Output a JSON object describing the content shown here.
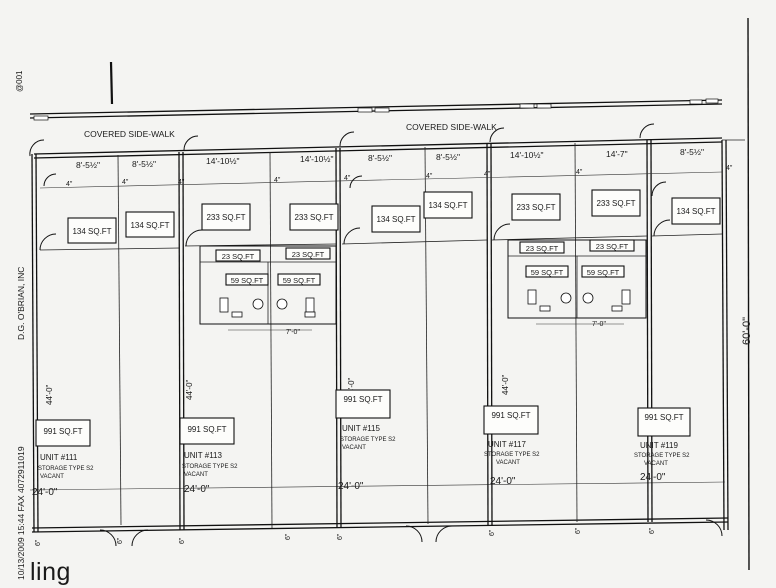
{
  "plan": {
    "fax_id": "@001",
    "company": "D.G. O'BRIAN, INC",
    "fax_line": "10/13/2009 15:44 FAX 4072911019",
    "dimension_depth": "60'-0\"",
    "walk_left": "COVERED SIDE-WALK",
    "walk_right": "COVERED SIDE-WALK",
    "bottom_word": "ling",
    "top_dims": [
      "8'-5½\"",
      "8'-5½\"",
      "14'-10½\"",
      "14'-10½\"",
      "8'-5½\"",
      "8'-5½\"",
      "14'-10½\"",
      "14'-7\"",
      "8'-5½\""
    ],
    "small_dims": [
      "4\"",
      "4\"",
      "4\"",
      "4\"",
      "4\"",
      "4\"",
      "4\"",
      "4\"",
      "4\""
    ],
    "offices": [
      "134 SQ.FT",
      "134 SQ.FT",
      "233 SQ.FT",
      "233 SQ.FT",
      "134 SQ.FT",
      "134 SQ.FT",
      "233 SQ.FT",
      "233 SQ.FT",
      "134 SQ.FT"
    ],
    "restroom_areas": [
      "23 SQ.FT",
      "23 SQ.FT",
      "23 SQ.FT",
      "23 SQ.FT"
    ],
    "toilet_areas": [
      "59 SQ.FT",
      "59 SQ.FT",
      "59 SQ.FT",
      "59 SQ.FT"
    ],
    "seven_dims": [
      "7'-0\"",
      "7'-0\""
    ],
    "depth_44": [
      "44'-0\"",
      "44'-0\"",
      "44'-0\"",
      "44'-0\""
    ],
    "storage_area": "991 SQ.FT",
    "units": [
      {
        "name": "UNIT #111",
        "type": "STORAGE TYPE S2",
        "status": "VACANT",
        "width": "24'-0\""
      },
      {
        "name": "UNIT #113",
        "type": "STORAGE TYPE S2",
        "status": "VACANT",
        "width": "24'-0\""
      },
      {
        "name": "UNIT #115",
        "type": "STORAGE TYPE S2",
        "status": "VACANT",
        "width": "24'-0\""
      },
      {
        "name": "UNIT #117",
        "type": "STORAGE TYPE S2",
        "status": "VACANT",
        "width": "24'-0\""
      },
      {
        "name": "UNIT #119",
        "type": "STORAGE TYPE S2",
        "status": "VACANT",
        "width": "24'-0\""
      }
    ],
    "bottom_six": [
      "6\"",
      "6\"",
      "6\"",
      "6\"",
      "6\"",
      "6\"",
      "6\"",
      "6\""
    ]
  }
}
